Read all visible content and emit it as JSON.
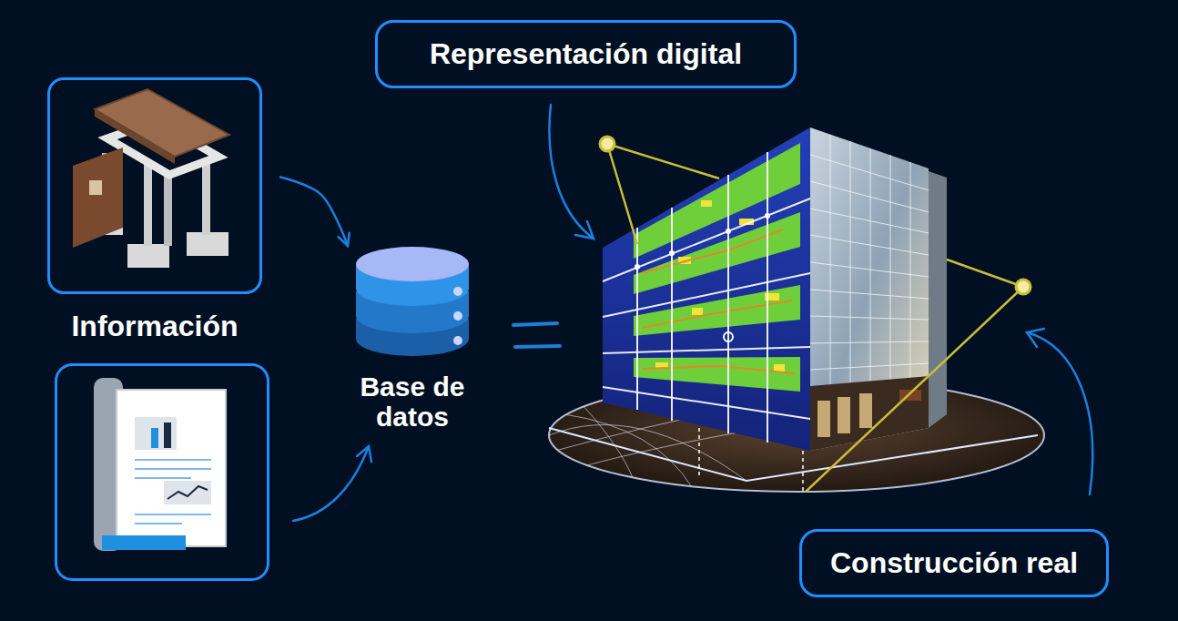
{
  "diagram": {
    "nodes": [
      {
        "text": [
          "Información"
        ]
      },
      {
        "text": [
          "Base de datos"
        ]
      },
      {
        "text": [
          "Representación digital"
        ]
      },
      {
        "text": [
          "Construcción real"
        ]
      }
    ],
    "edges": [
      {
        "from": 0,
        "to": 1,
        "arrow": "to"
      }
    ]
  }
}
